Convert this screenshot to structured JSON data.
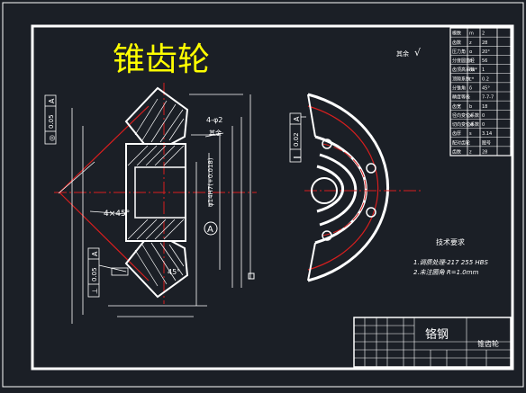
{
  "colors": {
    "background": "#1b1f26",
    "line": "#ffffff",
    "title": "#ffff00",
    "centerline": "#d81e1e"
  },
  "drawing": {
    "title": "锥齿轮",
    "roughness_label": "其余",
    "roughness_symbol": "√",
    "datum_label": "A",
    "dim_chamfer_inner": "4×45°",
    "dim_chamfer_outer": "45°",
    "dim_holes": "4-φ2",
    "dim_bore": "φ14H7(+0.018)",
    "tolerance_frames": [
      {
        "symbol": "◎",
        "value": "0.05",
        "datum": "A"
      },
      {
        "symbol": "∥",
        "value": "0.02",
        "datum": "A"
      },
      {
        "symbol": "⊥",
        "value": "0.05",
        "datum": "A"
      }
    ],
    "tech_req_title": "技术要求",
    "tech_req_items": [
      "1.调质处理-217  255 HBS",
      "2.未注圆角 R=1.0mm"
    ]
  },
  "param_table": {
    "rows": [
      [
        "模数",
        "m",
        "2"
      ],
      [
        "齿数",
        "z",
        "28"
      ],
      [
        "压力角",
        "α",
        "20°"
      ],
      [
        "分度圆直径",
        "d",
        "56"
      ],
      [
        "齿顶高系数",
        "ha*",
        "1"
      ],
      [
        "顶隙系数",
        "c*",
        "0.2"
      ],
      [
        "分锥角",
        "δ",
        "45°"
      ],
      [
        "精度等级",
        "",
        "7-7-7"
      ],
      [
        "齿宽",
        "b",
        "18"
      ],
      [
        "径向变位系数",
        "x",
        "0"
      ],
      [
        "切向变位系数",
        "xt",
        "0"
      ],
      [
        "齿厚",
        "s",
        "3.14"
      ],
      [
        "配对齿轮",
        "",
        "图号"
      ],
      [
        "齿数",
        "z",
        "28"
      ]
    ]
  },
  "title_block": {
    "material": "铬钢",
    "part_name": "锥齿轮"
  }
}
